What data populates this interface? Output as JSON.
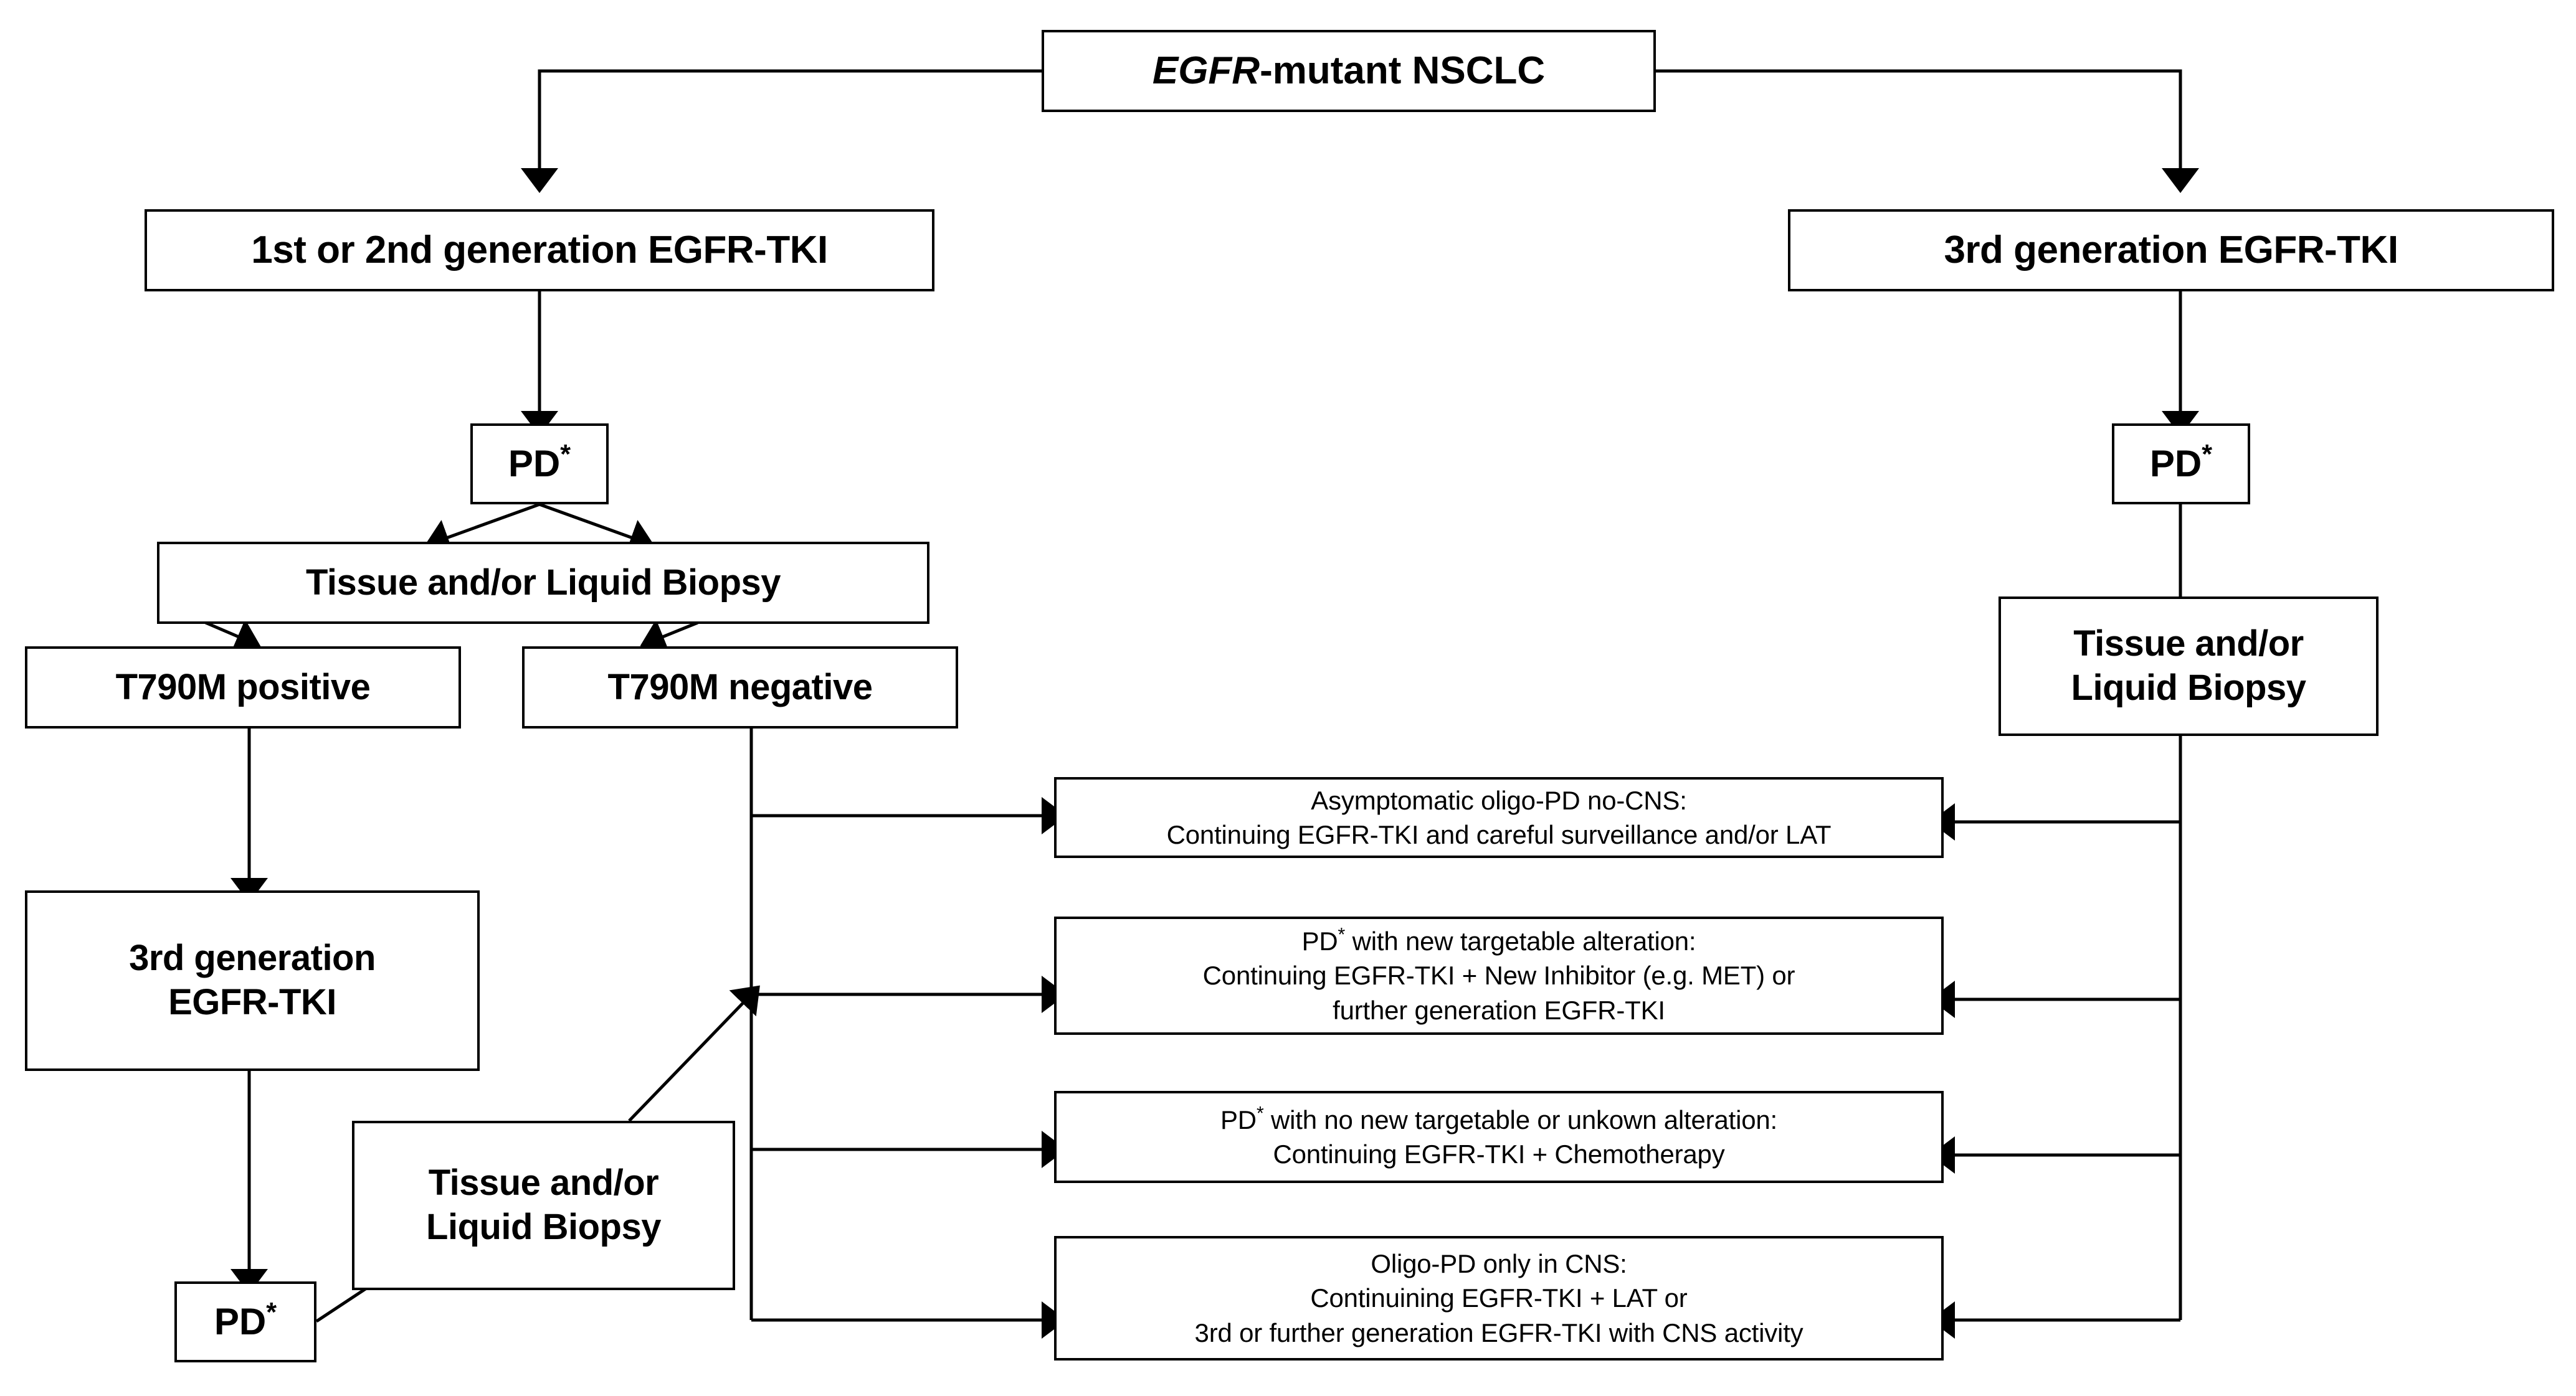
{
  "diagram": {
    "title_box": {
      "emphasis": "EGFR",
      "rest": "-mutant NSCLC",
      "full": "EGFR-mutant NSCLC"
    },
    "left_branch": {
      "tki_box": "1st or 2nd generation EGFR-TKI",
      "pd_box": "PD*",
      "biopsy_box": "Tissue and/or Liquid Biopsy",
      "t790m_positive": "T790M positive",
      "t790m_negative": "T790M negative",
      "third_gen_line1": "3rd generation",
      "third_gen_line2": "EGFR-TKI",
      "pd_box_2": "PD*",
      "biopsy_box_2_line1": "Tissue and/or",
      "biopsy_box_2_line2": "Liquid Biopsy"
    },
    "right_branch": {
      "tki_box": "3rd generation EGFR-TKI",
      "pd_box": "PD*",
      "biopsy_box_line1": "Tissue and/or",
      "biopsy_box_line2": "Liquid Biopsy"
    },
    "outcomes": [
      {
        "id": "asymptomatic-oligo-pd-no-cns",
        "line1": "Asymptomatic oligo-PD no-CNS:",
        "line2": "Continuing EGFR-TKI and careful surveillance and/or LAT",
        "line3": ""
      },
      {
        "id": "pd-new-targetable-alteration",
        "line1": "PD* with new targetable alteration:",
        "line2": "Continuing EGFR-TKI + New Inhibitor (e.g. MET) or",
        "line3": "further generation EGFR-TKI"
      },
      {
        "id": "pd-no-new-targetable-alteration",
        "line1": "PD* with no new targetable or unkown alteration:",
        "line2": "Continuing EGFR-TKI + Chemotherapy",
        "line3": ""
      },
      {
        "id": "oligo-pd-only-in-cns",
        "line1": "Oligo-PD only in CNS:",
        "line2": "Continuining EGFR-TKI + LAT or",
        "line3": "3rd or further generation EGFR-TKI with CNS activity"
      }
    ],
    "colors": {
      "stroke": "#000000",
      "background": "#ffffff",
      "text": "#000000"
    }
  }
}
